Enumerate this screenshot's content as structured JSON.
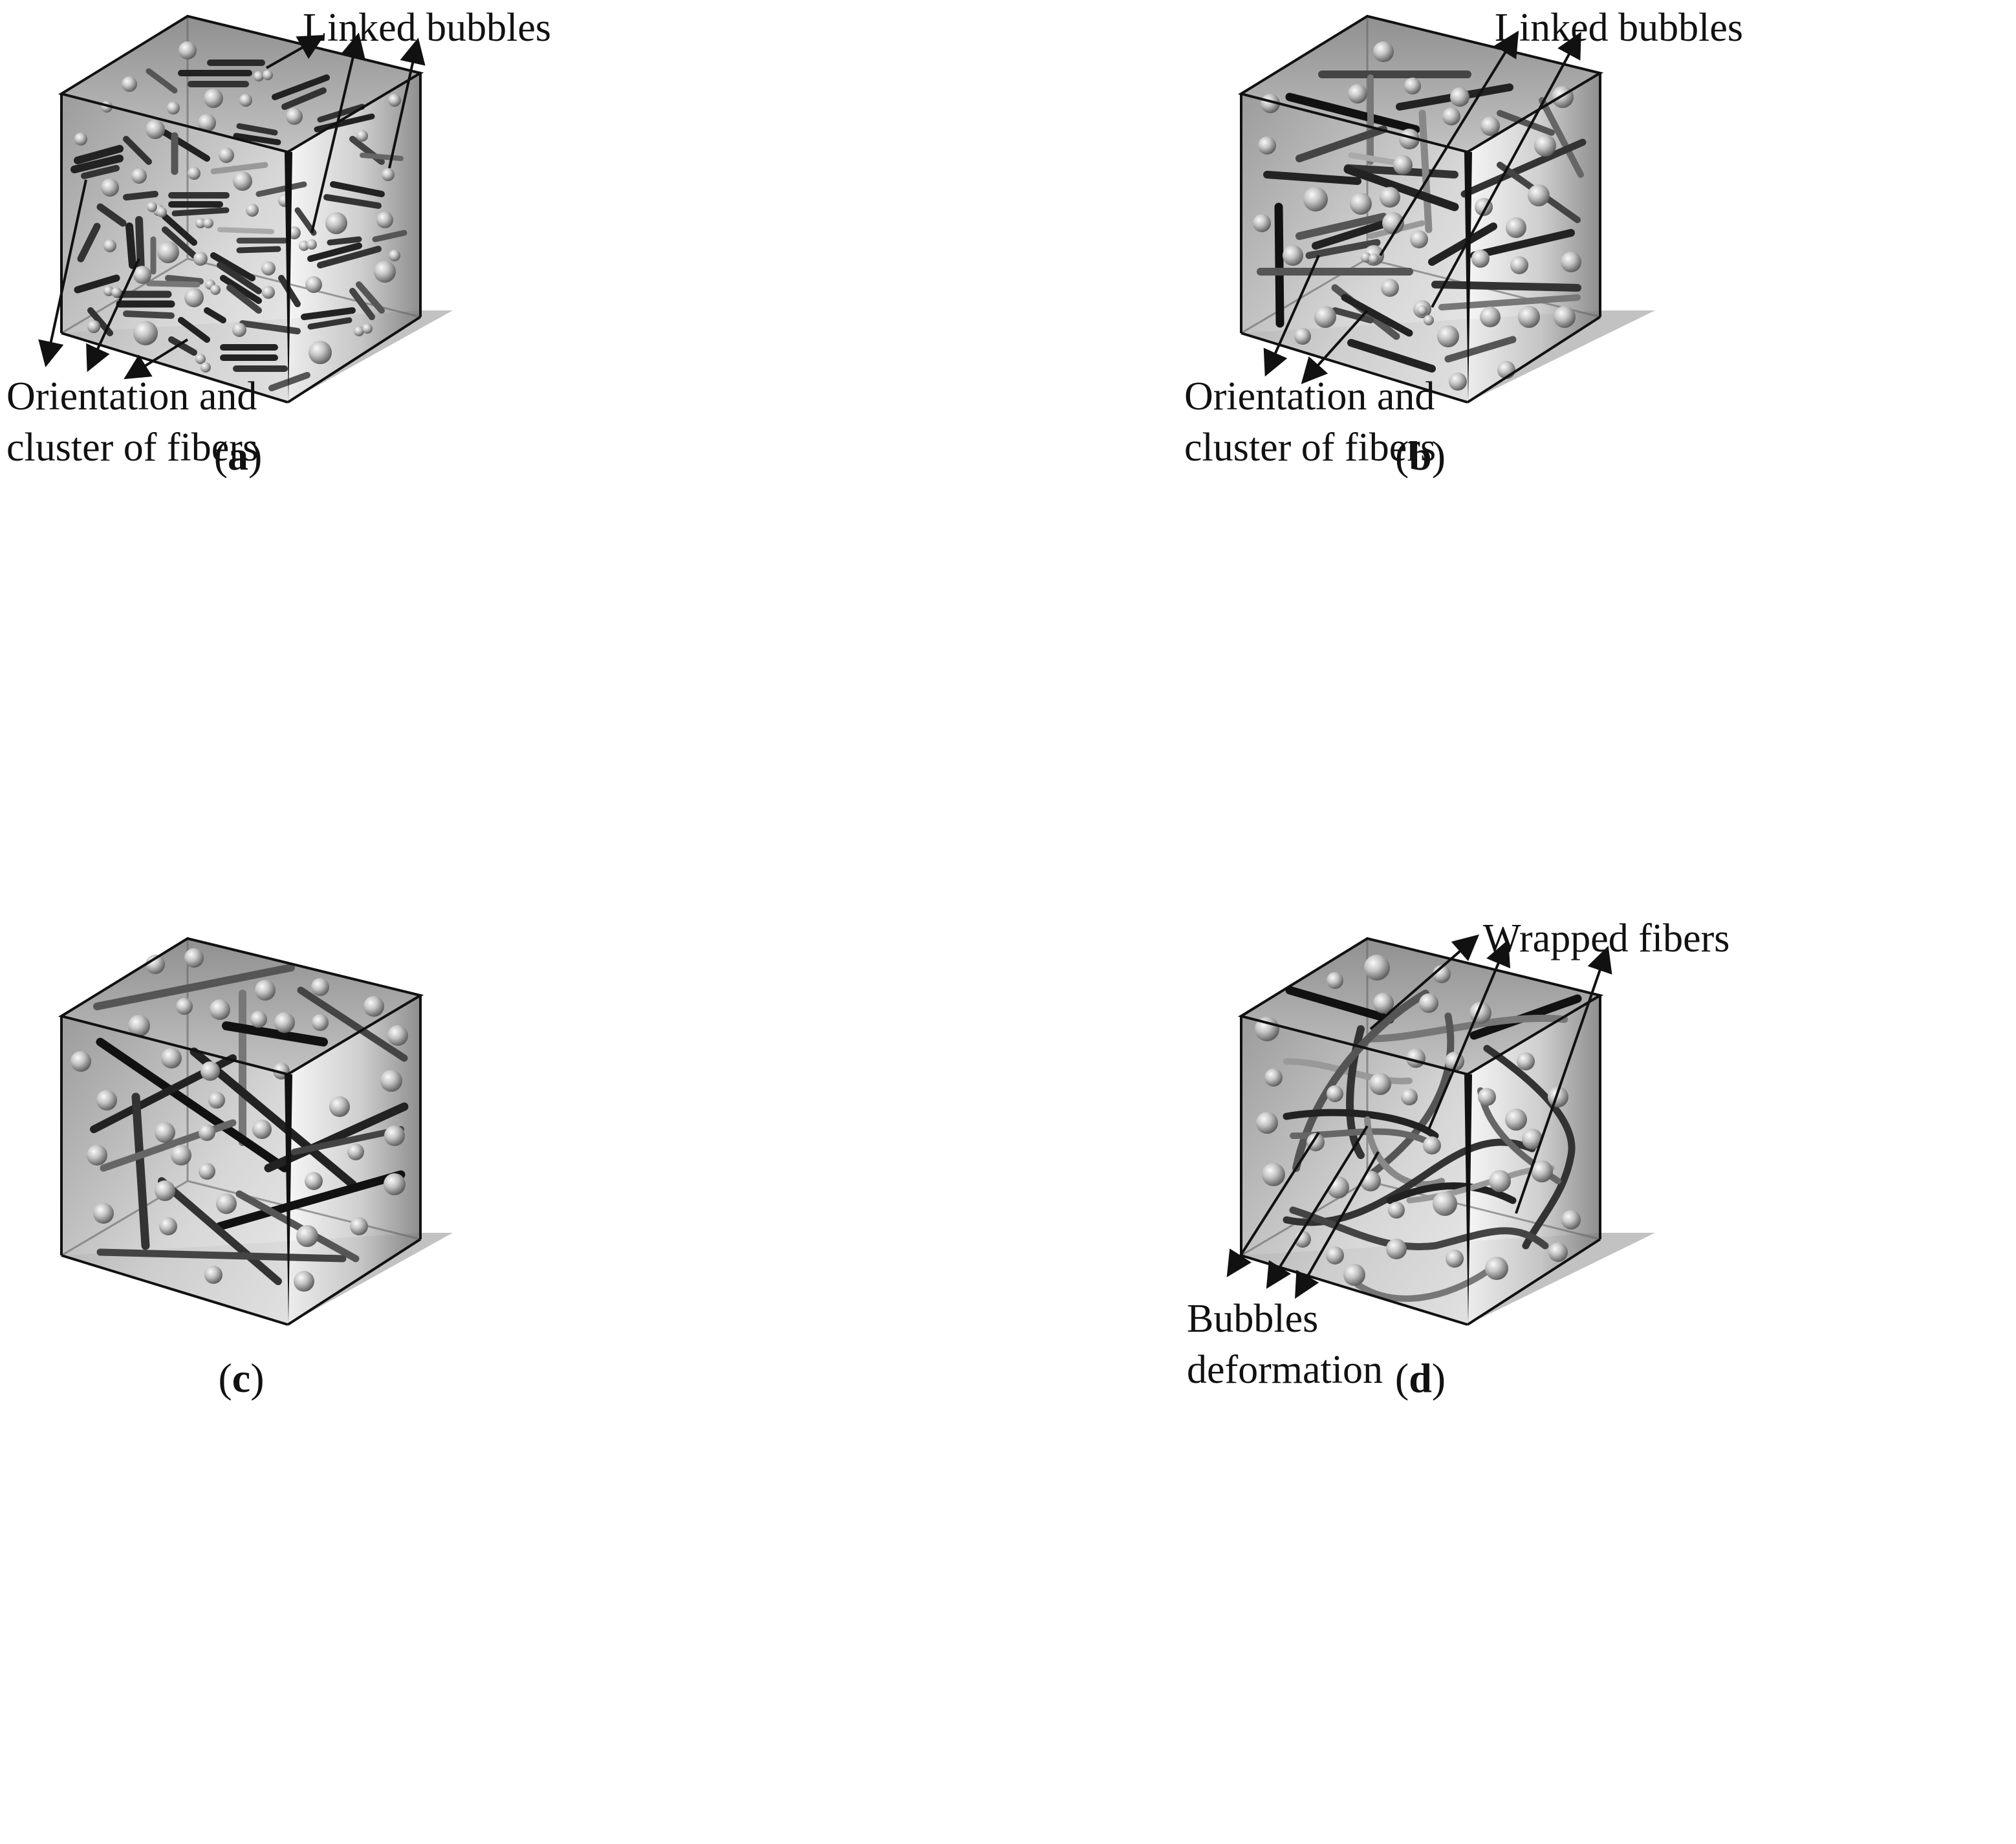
{
  "panels": [
    {
      "id": "a",
      "caption_open": "(",
      "caption_letter": "a",
      "caption_close": ")",
      "top_label": "Linked bubbles",
      "bottom_label_lines": [
        "Orientation and",
        "cluster of fibers"
      ]
    },
    {
      "id": "b",
      "caption_open": "(",
      "caption_letter": "b",
      "caption_close": ")",
      "top_label": "Linked bubbles",
      "bottom_label_lines": [
        "Orientation and",
        "cluster of fibers"
      ]
    },
    {
      "id": "c",
      "caption_open": "(",
      "caption_letter": "c",
      "caption_close": ")"
    },
    {
      "id": "d",
      "caption_open": "(",
      "caption_letter": "d",
      "caption_close": ")",
      "top_label": "Wrapped fibers",
      "bottom_label_lines": [
        "Bubbles",
        "deformation"
      ]
    }
  ],
  "colors": {
    "cube_edge": "#111111",
    "fiber_dark": "#1a1a1a",
    "bubble_light": "#f2f2f2",
    "bubble_dark": "#6e6e6e",
    "shadow": "#bdbdbd"
  }
}
